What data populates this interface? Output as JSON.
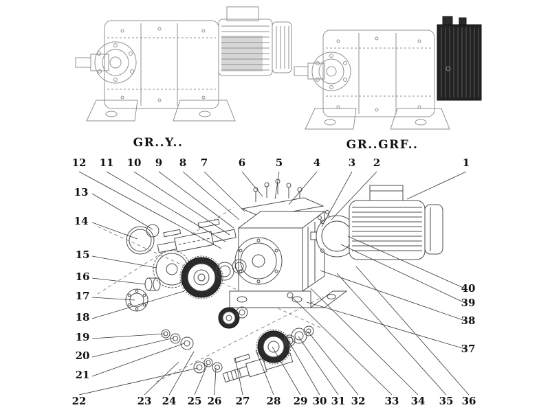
{
  "titles": {
    "left": "GR..Y..",
    "right": "GR..GRF.."
  },
  "callouts": {
    "top": [
      "12",
      "11",
      "10",
      "9",
      "8",
      "7",
      "6",
      "5",
      "4",
      "3",
      "2",
      "1"
    ],
    "left": [
      "13",
      "14",
      "15",
      "16",
      "17",
      "18",
      "19",
      "20",
      "21"
    ],
    "bottom": [
      "22",
      "23",
      "24",
      "25",
      "26",
      "27",
      "28",
      "29",
      "30",
      "31",
      "32",
      "33",
      "34",
      "35",
      "36"
    ],
    "right": [
      "40",
      "39",
      "38",
      "37"
    ]
  },
  "colors": {
    "line": "#4a4a4a",
    "faded_line": "#8f8f8f",
    "dark_part": "#2a2a2a",
    "text": "#111111"
  }
}
